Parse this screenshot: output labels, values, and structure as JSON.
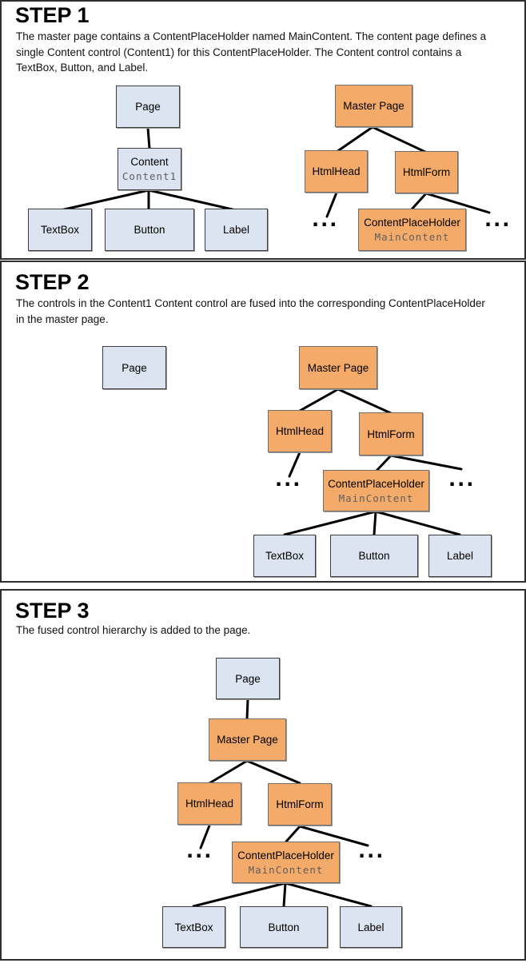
{
  "steps": [
    {
      "title": "STEP 1",
      "description_lines": [
        "The master page contains a ContentPlaceHolder named MainContent. The content page defines a",
        "single Content control (Content1) for this ContentPlaceHolder. The Content control contains a",
        "TextBox, Button, and Label."
      ]
    },
    {
      "title": "STEP 2",
      "description_lines": [
        "The controls in the Content1 Content control are fused into the corresponding ContentPlaceHolder",
        "in the master page."
      ]
    },
    {
      "title": "STEP 3",
      "description_lines": [
        "The fused control hierarchy is added to the page."
      ]
    }
  ],
  "labels": {
    "page": "Page",
    "master_page": "Master Page",
    "content": "Content",
    "content_id": "Content1",
    "html_head": "HtmlHead",
    "html_form": "HtmlForm",
    "content_placeholder": "ContentPlaceHolder",
    "content_placeholder_id": "MainContent",
    "textbox": "TextBox",
    "button": "Button",
    "label": "Label",
    "ellipsis": "..."
  },
  "colors": {
    "content_node_fill": "#dce3f1",
    "master_node_fill": "#f4aa69",
    "connector": "#000000",
    "panel_border": "#2e2e2e",
    "code_text": "#5f5f5f"
  }
}
